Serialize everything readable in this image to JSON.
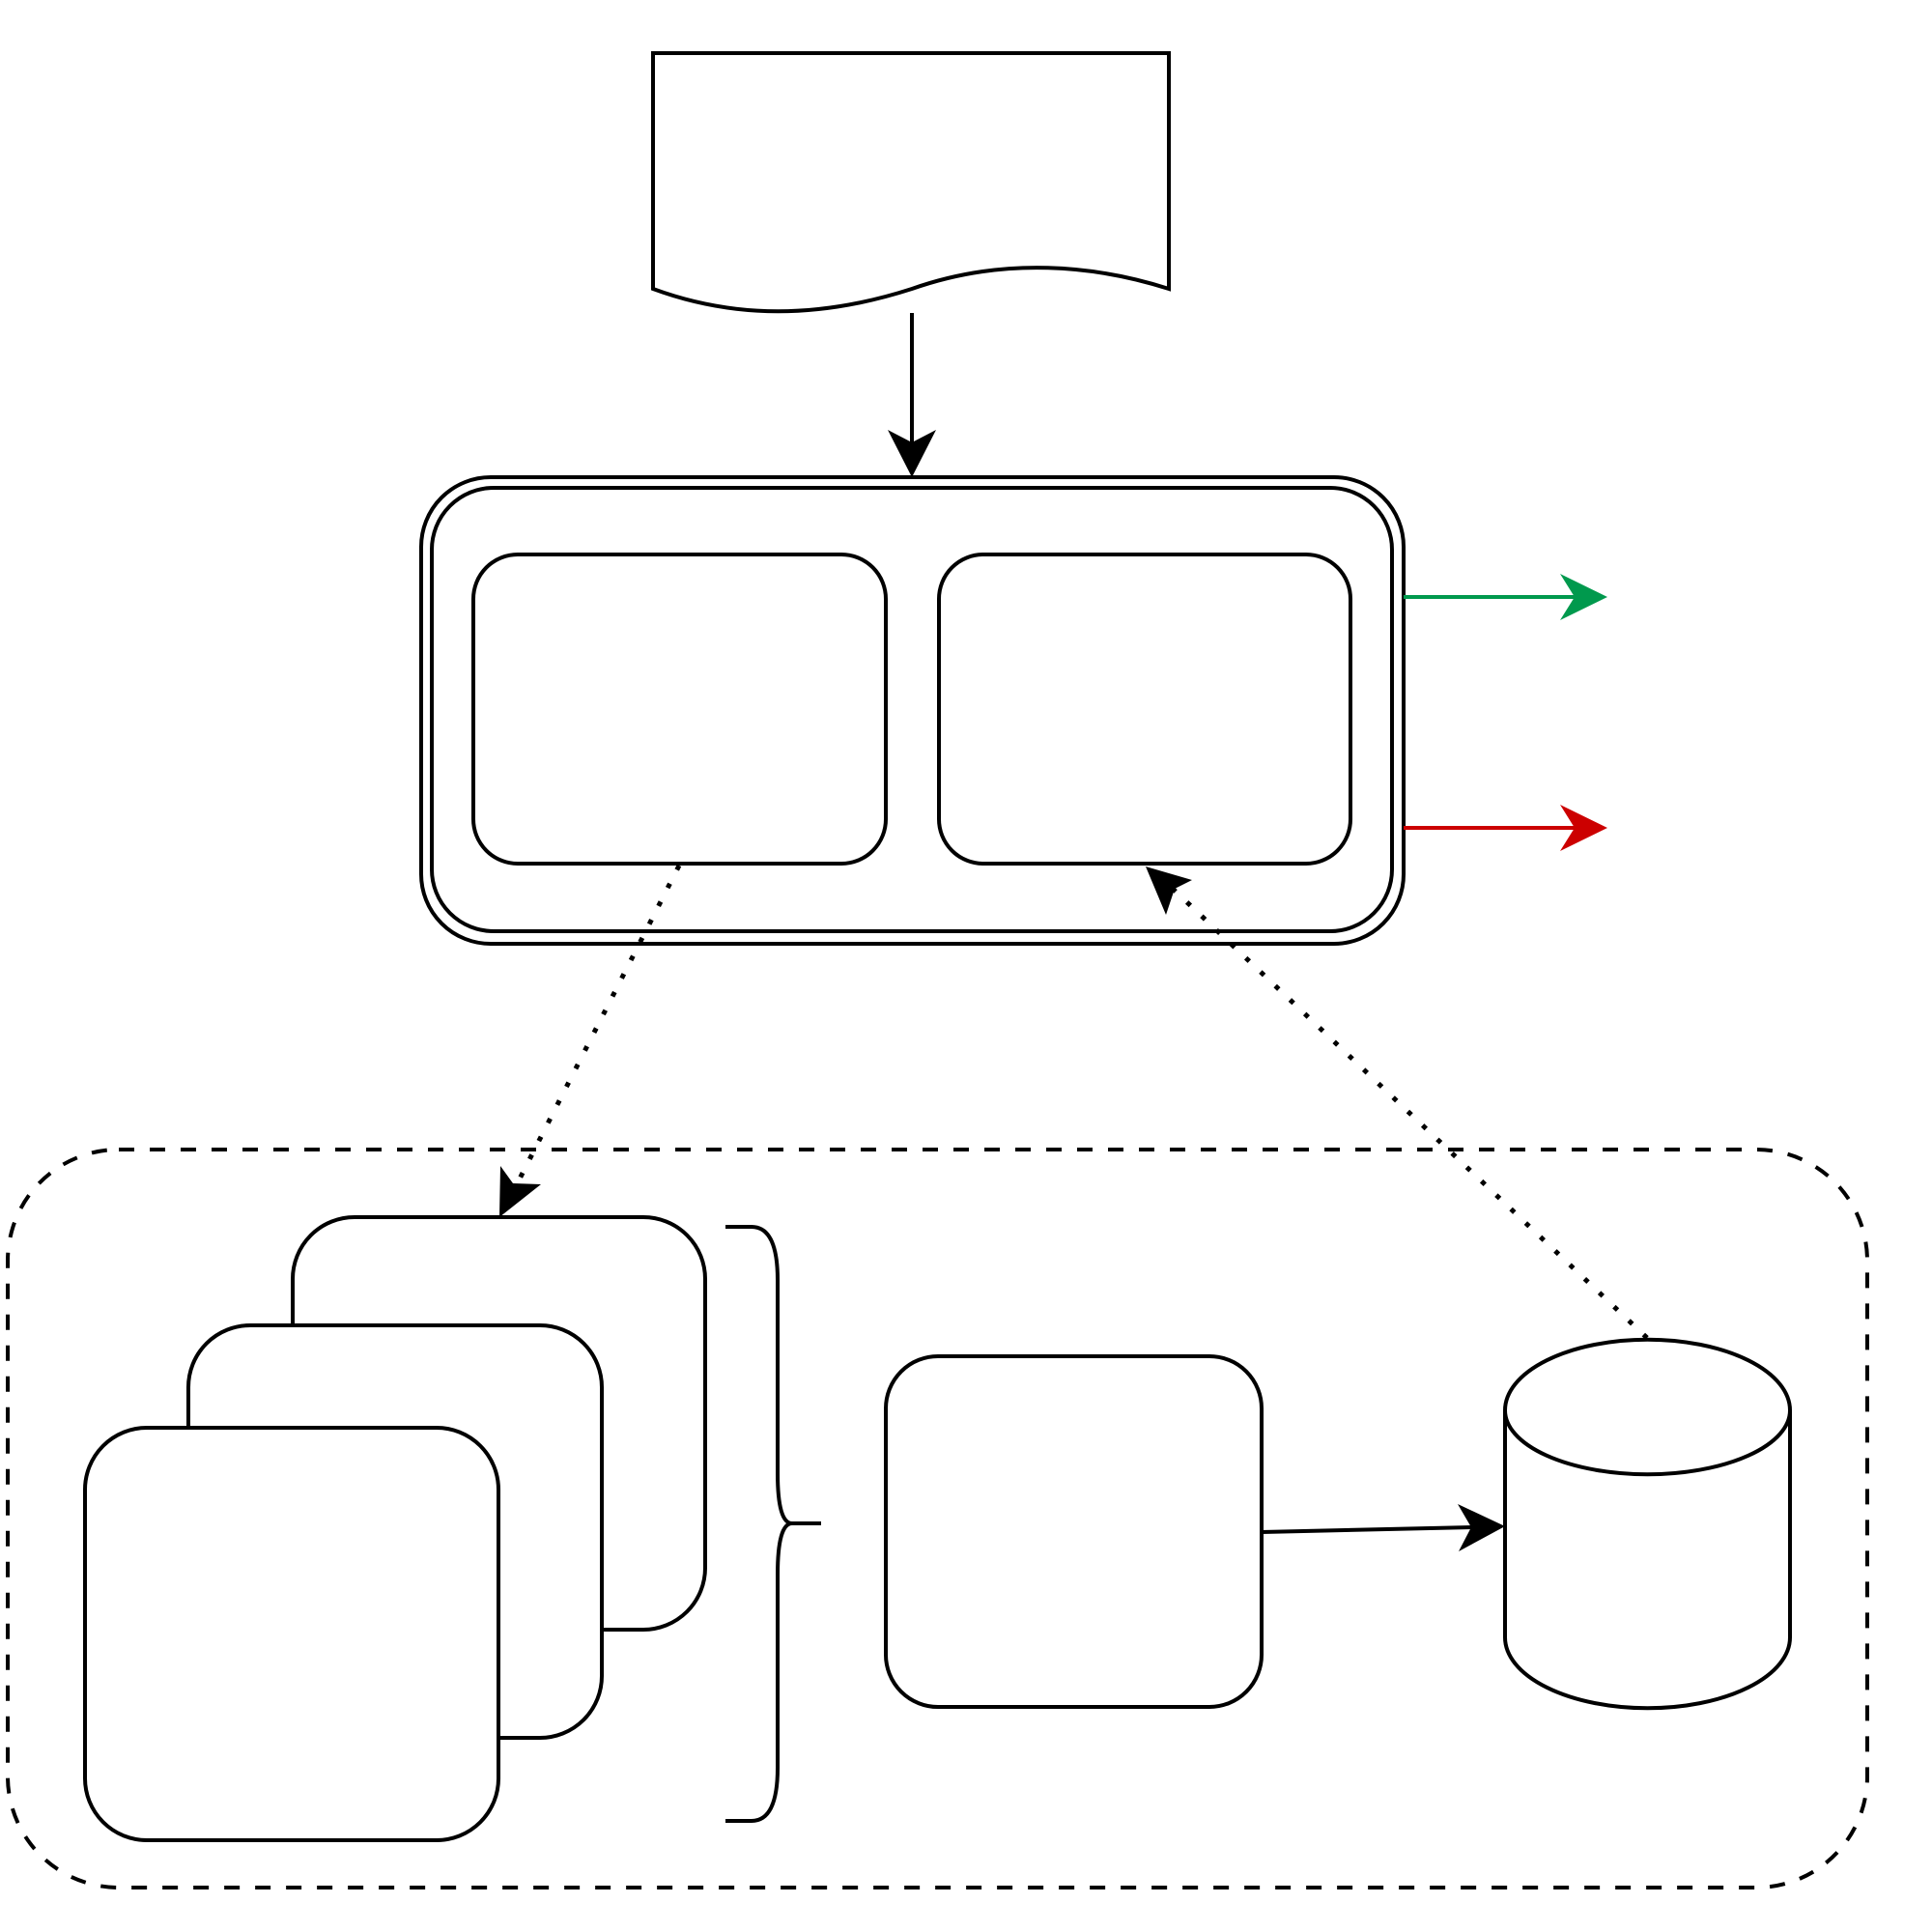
{
  "diagram": {
    "title": "",
    "background": "#ffffff",
    "stroke_color": "#000000",
    "nodes": [
      {
        "id": "input-document",
        "shape": "document",
        "label": ""
      },
      {
        "id": "processing-container",
        "shape": "double-rounded-rectangle",
        "label": ""
      },
      {
        "id": "processor-left",
        "shape": "rounded-rectangle",
        "label": "",
        "parent": "processing-container"
      },
      {
        "id": "processor-right",
        "shape": "rounded-rectangle",
        "label": "",
        "parent": "processing-container"
      },
      {
        "id": "worker-group",
        "shape": "dashed-rounded-container",
        "label": ""
      },
      {
        "id": "stacked-cards",
        "shape": "multiple-rounded-rectangles",
        "count": 3,
        "label": "",
        "parent": "worker-group"
      },
      {
        "id": "grouping-brace",
        "shape": "curly-brace",
        "label": "",
        "parent": "worker-group"
      },
      {
        "id": "aggregator",
        "shape": "rounded-rectangle",
        "label": "",
        "parent": "worker-group"
      },
      {
        "id": "datastore",
        "shape": "cylinder",
        "label": "",
        "parent": "worker-group"
      }
    ],
    "edges": [
      {
        "id": "edge-document-to-container",
        "from": "input-document",
        "to": "processing-container",
        "style": "solid",
        "color": "#000000",
        "label": ""
      },
      {
        "id": "edge-success-output",
        "from": "processing-container",
        "to": null,
        "style": "solid",
        "color": "#00994d",
        "label": ""
      },
      {
        "id": "edge-failure-output",
        "from": "processing-container",
        "to": null,
        "style": "solid",
        "color": "#cc0000",
        "label": ""
      },
      {
        "id": "edge-left-to-cards",
        "from": "processor-left",
        "to": "stacked-cards",
        "style": "dotted",
        "color": "#000000",
        "label": ""
      },
      {
        "id": "edge-datastore-to-right",
        "from": "datastore",
        "to": "processor-right",
        "style": "dotted",
        "color": "#000000",
        "label": ""
      },
      {
        "id": "edge-aggregator-to-datastore",
        "from": "aggregator",
        "to": "datastore",
        "style": "solid",
        "color": "#000000",
        "label": ""
      }
    ],
    "colors": {
      "success": "#00994d",
      "failure": "#cc0000",
      "stroke": "#000000"
    }
  }
}
